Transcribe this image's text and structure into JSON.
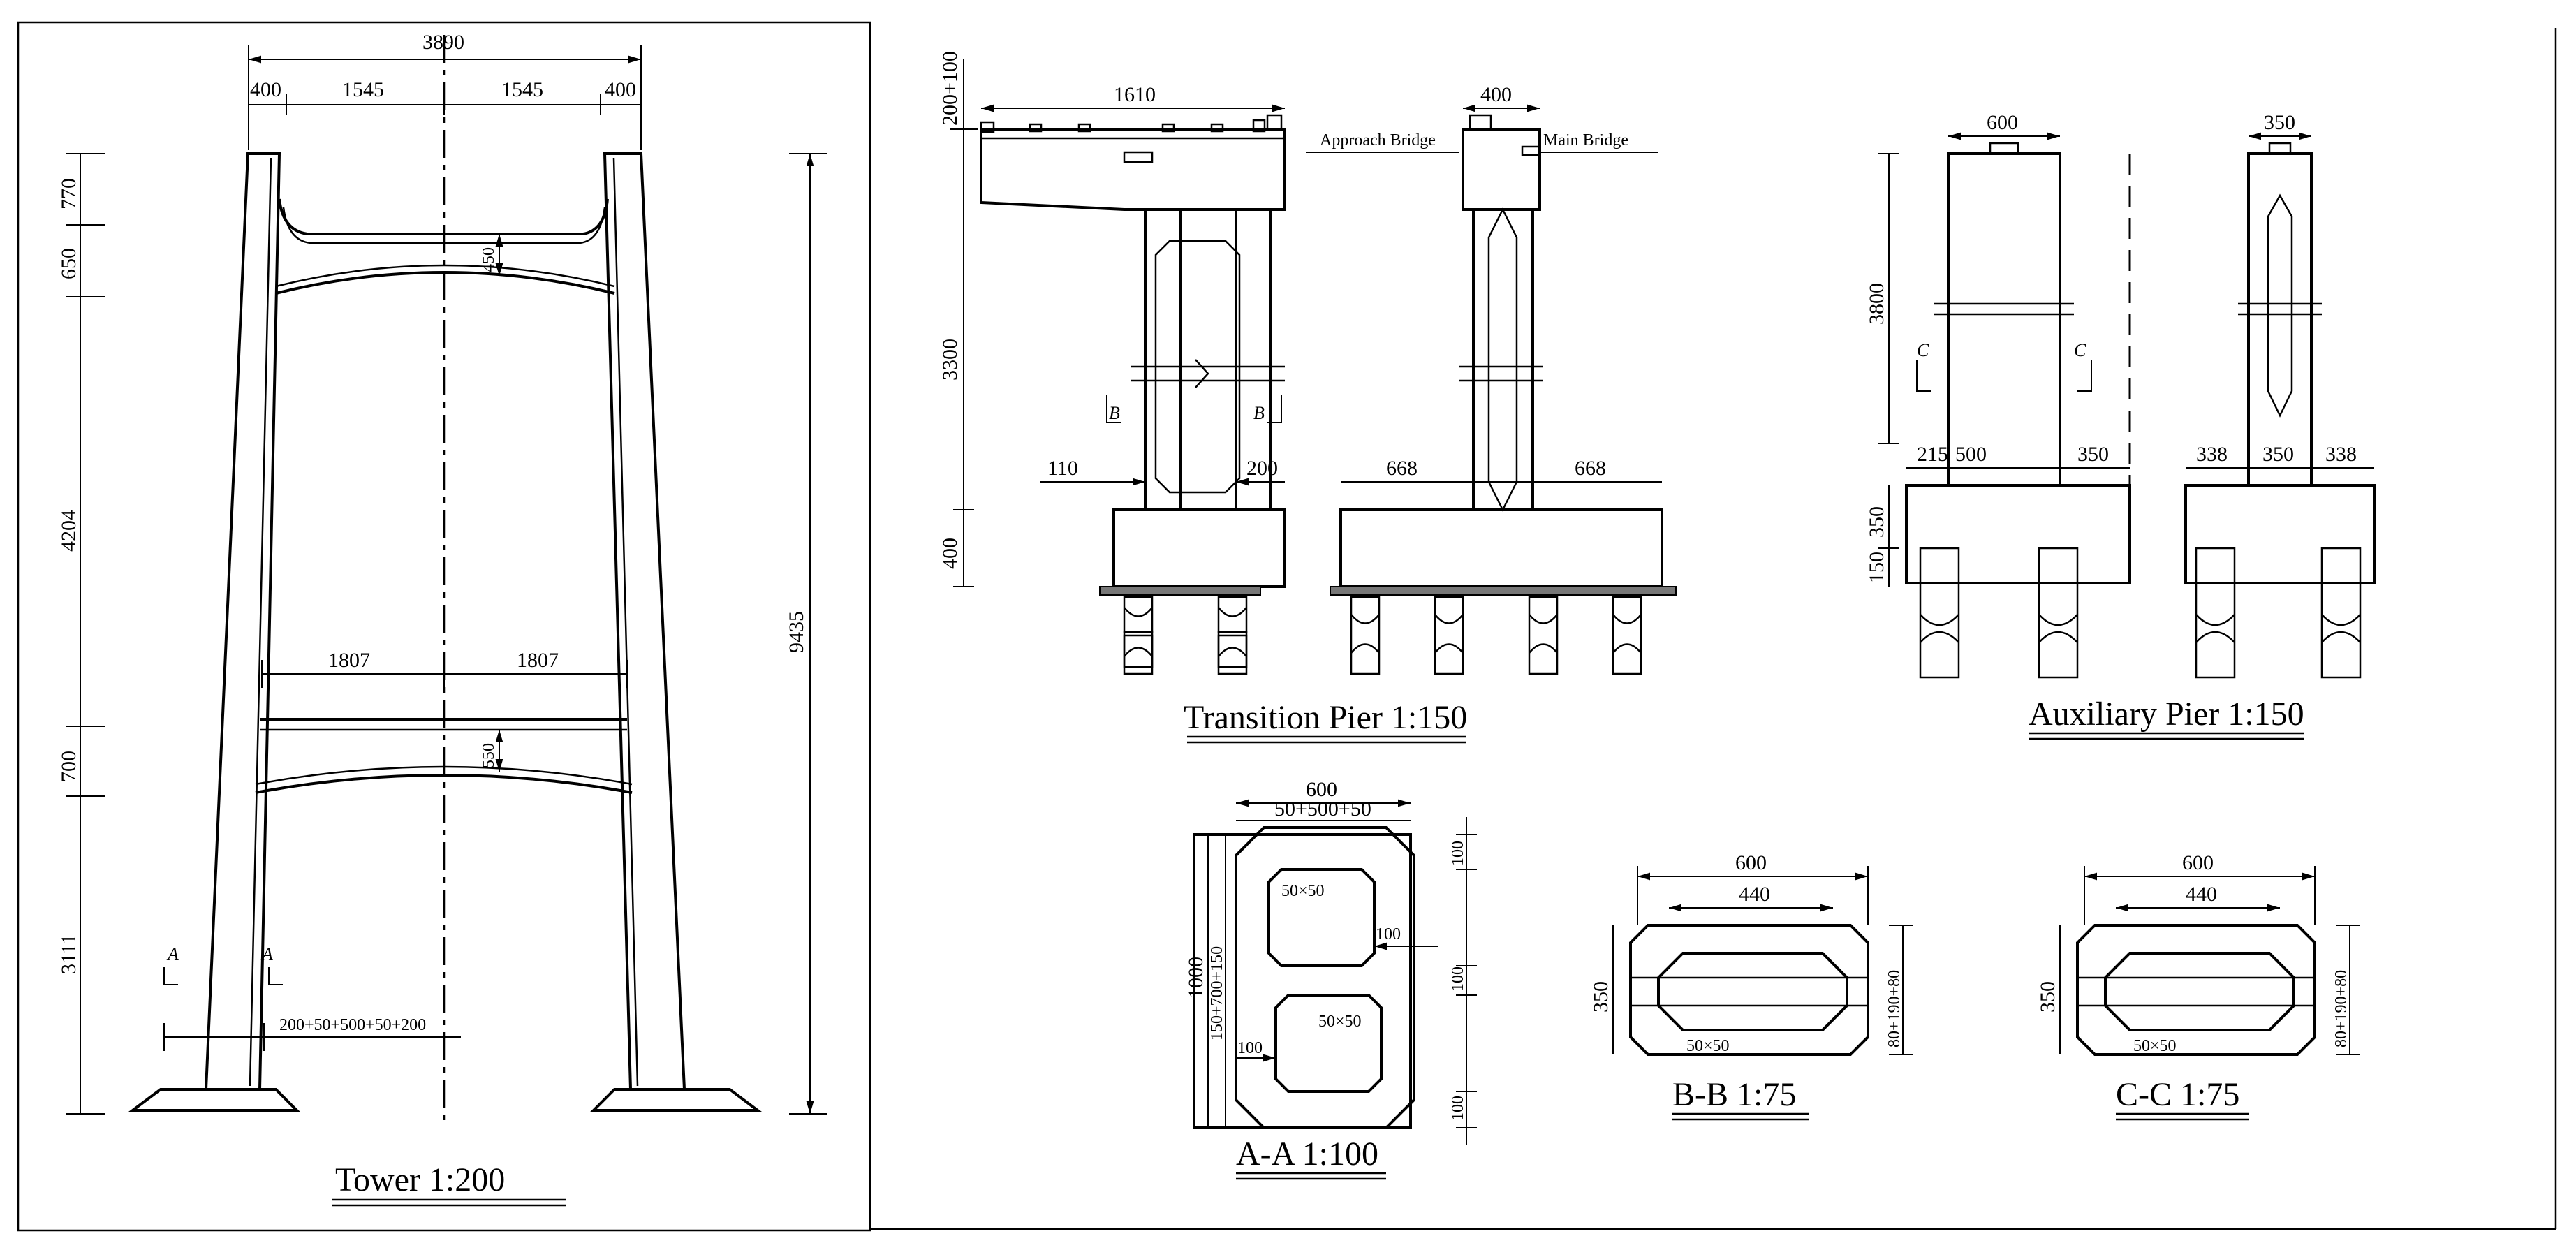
{
  "tower": {
    "title": "Tower 1:200",
    "dim_total_width": "3890",
    "dim_leg_left": "400",
    "dim_half_left": "1545",
    "dim_half_right": "1545",
    "dim_leg_right": "400",
    "dim_770": "770",
    "dim_650": "650",
    "dim_4204": "4204",
    "dim_700": "700",
    "dim_3111": "3111",
    "dim_total_height": "9435",
    "dim_beam_upper": "450",
    "dim_beam_lower": "550",
    "dim_lower_left": "1807",
    "dim_lower_right": "1807",
    "section_mark": "A",
    "dim_section_width": "200+50+500+50+200"
  },
  "transition_pier": {
    "title": "Transition Pier 1:150",
    "dim_top": "200+100",
    "dim_deck_width": "1610",
    "dim_cap_width": "400",
    "label_approach": "Approach Bridge",
    "label_main": "Main Bridge",
    "dim_height": "3300",
    "dim_footing": "400",
    "section_mark": "B",
    "dim_left_offset": "110",
    "dim_right_offset": "200",
    "dim_footing_left": "668",
    "dim_footing_right": "668"
  },
  "auxiliary_pier": {
    "title": "Auxiliary Pier 1:150",
    "dim_width_front": "600",
    "dim_width_side": "350",
    "dim_height": "3800",
    "section_mark": "C",
    "dim_footing_a": "215",
    "dim_footing_b": "500",
    "dim_footing_c": "350",
    "dim_footing_d": "338",
    "dim_footing_e": "350",
    "dim_footing_f": "338",
    "dim_cap_h": "350",
    "dim_pile_h": "150"
  },
  "section_aa": {
    "title": "A-A 1:100",
    "dim_width": "600",
    "dim_width_detail": "50+500+50",
    "dim_height": "1000",
    "dim_height_detail": "150+700+150",
    "dim_side_a": "100",
    "dim_side_b": "100",
    "dim_side_c": "100",
    "dim_inner_a": "100",
    "dim_inner_b": "100",
    "chamfer_a": "50×50",
    "chamfer_b": "50×50"
  },
  "section_bb": {
    "title": "B-B 1:75",
    "dim_width": "600",
    "dim_inner": "440",
    "dim_height": "350",
    "dim_height_detail": "80+190+80",
    "chamfer": "50×50"
  },
  "section_cc": {
    "title": "C-C 1:75",
    "dim_width": "600",
    "dim_inner": "440",
    "dim_height": "350",
    "dim_height_detail": "80+190+80",
    "chamfer": "50×50"
  }
}
